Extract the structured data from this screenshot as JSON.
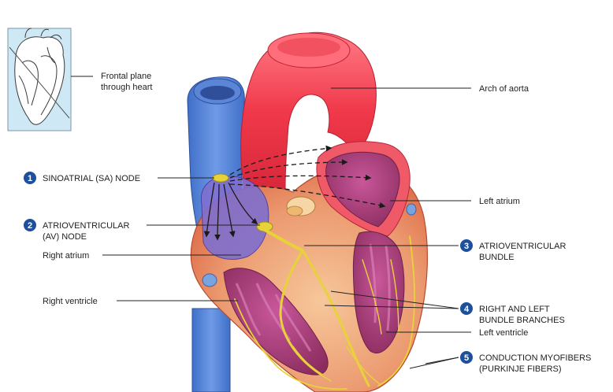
{
  "inset": {
    "label_line1": "Frontal plane",
    "label_line2": "through heart"
  },
  "labels": {
    "arch_of_aorta": "Arch of aorta",
    "left_atrium": "Left atrium",
    "right_atrium": "Right atrium",
    "right_ventricle": "Right ventricle",
    "left_ventricle": "Left ventricle"
  },
  "steps": [
    {
      "number": "1",
      "line1": "SINOATRIAL (SA) NODE",
      "line2": ""
    },
    {
      "number": "2",
      "line1": "ATRIOVENTRICULAR",
      "line2": "(AV) NODE"
    },
    {
      "number": "3",
      "line1": "ATRIOVENTRICULAR",
      "line2": "BUNDLE"
    },
    {
      "number": "4",
      "line1": "RIGHT AND LEFT",
      "line2": "BUNDLE BRANCHES"
    },
    {
      "number": "5",
      "line1": "CONDUCTION MYOFIBERS",
      "line2": "(PURKINJE FIBERS)"
    }
  ],
  "colors": {
    "badge": "#1e4f9c",
    "vein_blue": "#4f7fd8",
    "aorta_red": "#f03a4a",
    "muscle": "#e98a6a",
    "chamber": "#a33d73",
    "conduction": "#e8d23a",
    "inset_bg": "#cfe8f5"
  }
}
